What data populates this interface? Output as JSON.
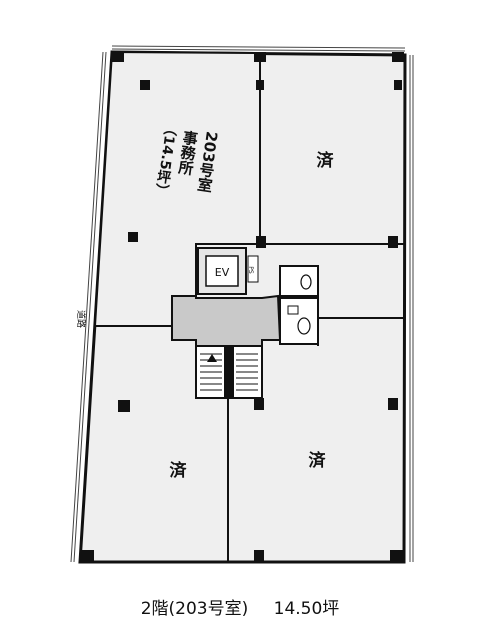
{
  "rooms": {
    "room_203": {
      "number": "203号室",
      "use": "事務所",
      "area": "（14.5坪）"
    },
    "top_right_status": "済",
    "bottom_left_status": "済",
    "bottom_right_status": "済"
  },
  "core": {
    "elevator_label": "EV",
    "ps_label": "PS",
    "side_label": "道路"
  },
  "caption": {
    "floor_text": "2階(203号室)",
    "area_text": "14.50坪"
  },
  "colors": {
    "room_fill": "#efefef",
    "core_fill": "#c9c9c9",
    "wall": "#111111",
    "window_hatch": "#444444"
  }
}
